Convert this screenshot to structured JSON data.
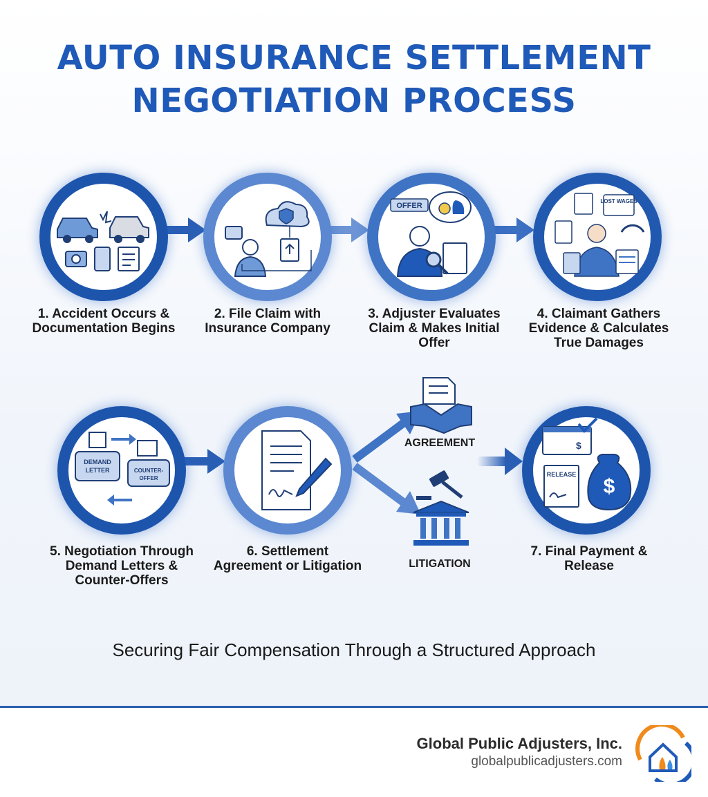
{
  "title": {
    "line1": "AUTO INSURANCE SETTLEMENT",
    "line2": "NEGOTIATION PROCESS"
  },
  "steps": [
    {
      "label": "1. Accident Occurs & Documentation Begins",
      "icon": "car-accident-icon"
    },
    {
      "label": "2. File Claim with Insurance Company",
      "icon": "cloud-claim-icon"
    },
    {
      "label": "3. Adjuster Evaluates Claim & Makes Initial Offer",
      "icon": "adjuster-icon"
    },
    {
      "label": "4. Claimant Gathers Evidence & Calculates True Damages",
      "icon": "evidence-icon"
    },
    {
      "label": "5. Negotiation Through Demand Letters & Counter-Offers",
      "icon": "letters-icon"
    },
    {
      "label": "6. Settlement Agreement or Litigation",
      "icon": "document-sign-icon"
    },
    {
      "label": "7. Final Payment & Release",
      "icon": "payment-icon"
    }
  ],
  "icon_text": {
    "offer": "OFFER",
    "lost_wages": "LOST WAGES",
    "demand_letter": "DEMAND LETTER",
    "counter_offer": "COUNTER-OFFER",
    "release": "RELEASE"
  },
  "outcomes": {
    "agreement": "AGREEMENT",
    "litigation": "LITIGATION"
  },
  "subtitle": "Securing Fair Compensation Through a Structured Approach",
  "footer": {
    "company": "Global Public Adjusters, Inc.",
    "url": "globalpublicadjusters.com"
  },
  "colors": {
    "primary": "#1f5ab8",
    "light": "#5b88d0",
    "accent": "#f08a1c"
  }
}
